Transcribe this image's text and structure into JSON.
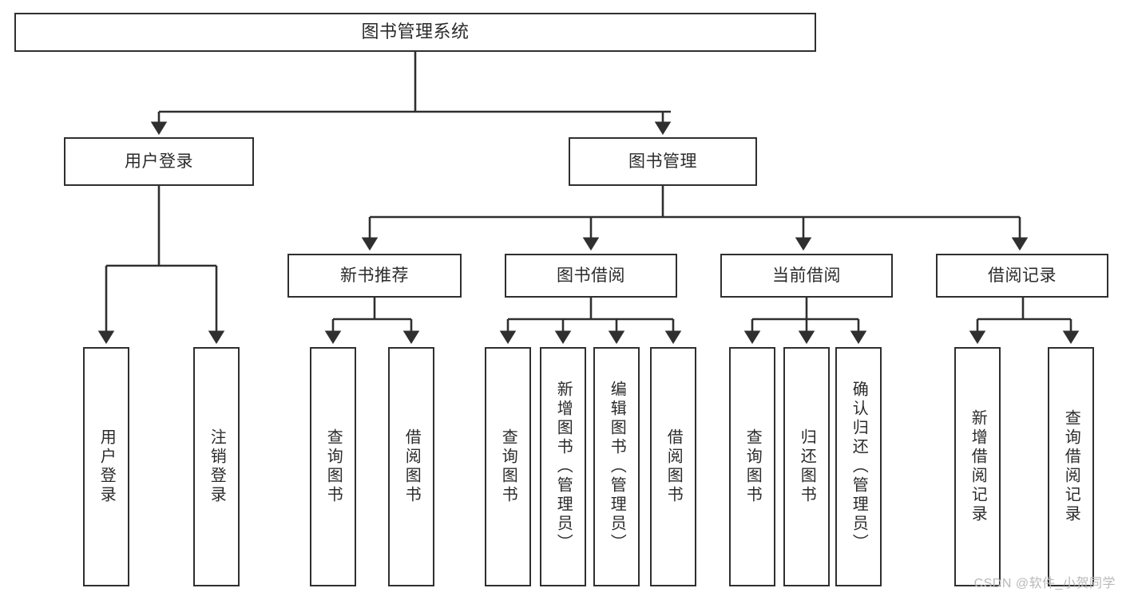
{
  "diagram": {
    "title": "图书管理系统",
    "type": "tree-hierarchy-diagram",
    "stroke_color": "#2f2f2f",
    "text_color": "#2b2b2b",
    "background_color": "#ffffff",
    "nodes": {
      "root": {
        "label": "图书管理系统"
      },
      "level2": [
        {
          "label": "用户登录"
        },
        {
          "label": "图书管理"
        }
      ],
      "level3": [
        {
          "label": "新书推荐"
        },
        {
          "label": "图书借阅"
        },
        {
          "label": "当前借阅"
        },
        {
          "label": "借阅记录"
        }
      ],
      "leaves": {
        "user_login": [
          {
            "label": "用户登录"
          },
          {
            "label": "注销登录"
          }
        ],
        "new_book_recommend": [
          {
            "label": "查询图书"
          },
          {
            "label": "借阅图书"
          }
        ],
        "book_borrow": [
          {
            "label": "查询图书"
          },
          {
            "label": "新增图书（管理员）"
          },
          {
            "label": "编辑图书（管理员）"
          },
          {
            "label": "借阅图书"
          }
        ],
        "current_borrow": [
          {
            "label": "查询图书"
          },
          {
            "label": "归还图书"
          },
          {
            "label": "确认归还（管理员）"
          }
        ],
        "borrow_record": [
          {
            "label": "新增借阅记录"
          },
          {
            "label": "查询借阅记录"
          }
        ]
      }
    },
    "watermark": "CSDN @软件_小贺同学"
  }
}
